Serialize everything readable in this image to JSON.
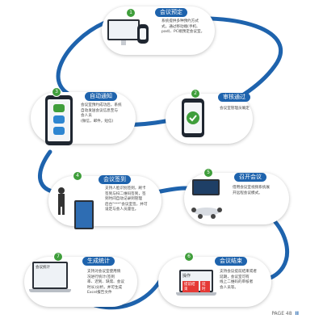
{
  "steps": [
    {
      "num": "1",
      "title": "会议预定",
      "desc": [
        "系统提供多种预约方式",
        "式，通过移动端(手机、",
        "pad)、PC端预定会议室。"
      ]
    },
    {
      "num": "2",
      "title": "审核通过",
      "desc": [
        "会议室管理员确定"
      ]
    },
    {
      "num": "3",
      "title": "自动通知",
      "desc": [
        "会议室预约成功后，系统",
        "自动发送会议信息至与",
        "会人员",
        "(微信，邮件，短信)"
      ]
    },
    {
      "num": "4",
      "title": "会议签到",
      "desc": [
        "支持人脸识别签到，刷卡",
        "签到与扫二维码签到，签",
        "到时间自动记录到管理",
        "后台\"***\"会议室签，并可",
        "设定与会人员座位。"
      ]
    },
    {
      "num": "5",
      "title": "召开会议",
      "desc": [
        "借用会议室视频系统展",
        "开远程会议模式。"
      ]
    },
    {
      "num": "6",
      "title": "会议结束",
      "desc": [
        "支持会议提前结束或者",
        "延期，会议室可有",
        "线上二维码的审核者",
        "会人员等。"
      ],
      "screen_heading": "操作",
      "btn_end": "提前结束",
      "btn_extend": "延时"
    },
    {
      "num": "7",
      "title": "生成统计",
      "desc": [
        "支持对会议室使用情",
        "况进行统计(签到",
        "率、迟到、缺席、会议",
        "时长)分析，并可生成",
        "Excel报告文件"
      ],
      "screen_heading": "会议统计"
    }
  ],
  "footer": {
    "label": "PAGE 48",
    "page": "II"
  },
  "colors": {
    "primary": "#1e63ad",
    "accent": "#3f9e3b"
  }
}
